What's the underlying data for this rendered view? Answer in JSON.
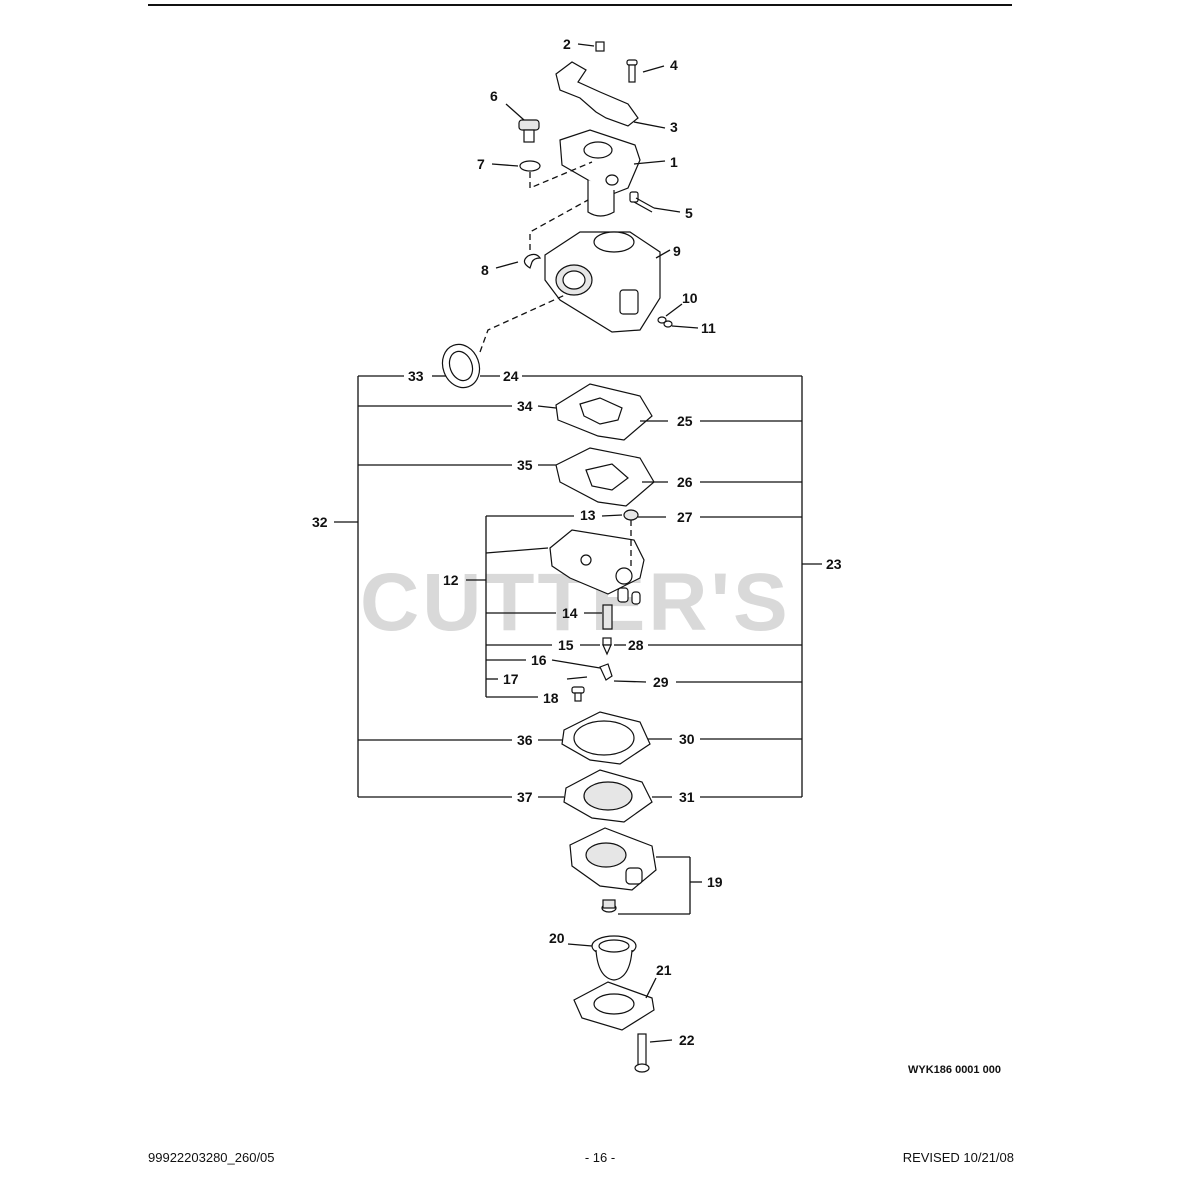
{
  "drawing_code": "WYK186 0001 000",
  "watermark": "CUTTER'S",
  "footer": {
    "left": "99922203280_260/05",
    "center": "- 16 -",
    "right": "REVISED 10/21/08"
  },
  "callouts": {
    "c1": "1",
    "c2": "2",
    "c3": "3",
    "c4": "4",
    "c5": "5",
    "c6": "6",
    "c7": "7",
    "c8": "8",
    "c9": "9",
    "c10": "10",
    "c11": "11",
    "c12": "12",
    "c13": "13",
    "c14": "14",
    "c15": "15",
    "c16": "16",
    "c17": "17",
    "c18": "18",
    "c19": "19",
    "c20": "20",
    "c21": "21",
    "c22": "22",
    "c23": "23",
    "c24": "24",
    "c25": "25",
    "c26": "26",
    "c27": "27",
    "c28": "28",
    "c29": "29",
    "c30": "30",
    "c31": "31",
    "c32": "32",
    "c33": "33",
    "c34": "34",
    "c35": "35",
    "c36": "36",
    "c37": "37"
  }
}
